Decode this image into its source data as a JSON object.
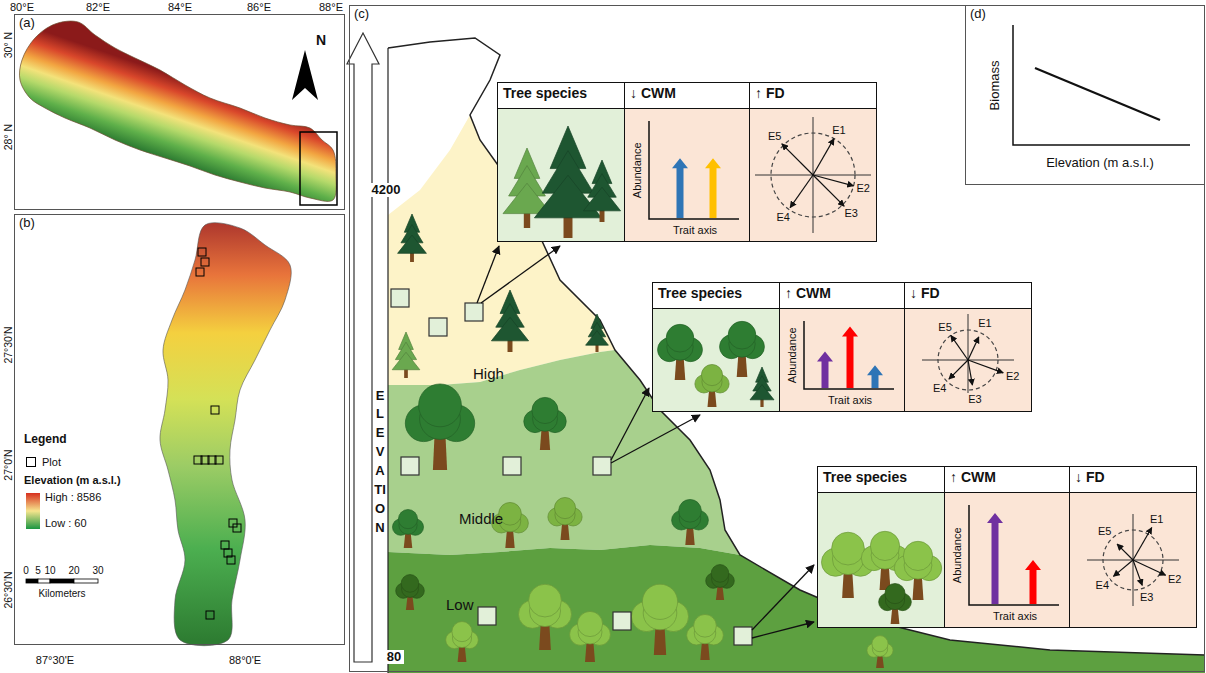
{
  "diagram": {
    "nodes": [
      {
        "text": [
          "(a)"
        ]
      },
      {
        "text": [
          "(b)"
        ]
      },
      {
        "text": [
          "(c)"
        ]
      },
      {
        "text": [
          "(d)"
        ],
        "in": 2
      },
      {
        "text": [
          "Tree species"
        ],
        "in": 2
      },
      {
        "text": [
          "↓ CWM"
        ],
        "in": 2
      },
      {
        "text": [
          "↑ FD"
        ],
        "in": 2
      },
      {
        "text": [
          "Abundance",
          "Trait axis"
        ],
        "in": 2
      },
      {
        "text": [
          "E5",
          "E1",
          "E2",
          "E4",
          "E3"
        ],
        "in": 2
      },
      {
        "text": [
          "High"
        ],
        "in": 2
      },
      {
        "text": [
          "Tree species"
        ],
        "in": 2
      },
      {
        "text": [
          "↑ CWM"
        ],
        "in": 2
      },
      {
        "text": [
          "↓ FD"
        ],
        "in": 2
      },
      {
        "text": [
          "Abundance",
          "Trait axis"
        ],
        "in": 2
      },
      {
        "text": [
          "E5",
          "E1",
          "E2",
          "E4",
          "E3"
        ],
        "in": 2
      },
      {
        "text": [
          "Middle"
        ],
        "in": 2
      },
      {
        "text": [
          "Tree species"
        ],
        "in": 2
      },
      {
        "text": [
          "↑ CWM"
        ],
        "in": 2
      },
      {
        "text": [
          "↓ FD"
        ],
        "in": 2
      },
      {
        "text": [
          "Abundance",
          "Trait axis"
        ],
        "in": 2
      },
      {
        "text": [
          "E5",
          "E1",
          "E2",
          "E4",
          "E3"
        ],
        "in": 2
      },
      {
        "text": [
          "Low"
        ],
        "in": 2
      }
    ],
    "labels": [
      "80°E",
      "82°E",
      "84°E",
      "86°E",
      "88°E",
      "30° N",
      "28° N",
      "N",
      "Legend",
      "Elevation (m a.s.l.)",
      "0",
      "5",
      "10",
      "20",
      "30",
      "Kilometers",
      "27°30'N",
      "27°0'N",
      "26°30'N",
      "87°30'E",
      "88°0'E",
      "4200",
      "ELEVATION",
      "80",
      "Biomass",
      "Elevation (m a.s.l.)"
    ],
    "legend": [
      {
        "text": "Plot"
      },
      {
        "text": "High : 8586",
        "color": "#d7301f"
      },
      {
        "text": "Low : 60",
        "color": "#1a9641"
      }
    ]
  }
}
